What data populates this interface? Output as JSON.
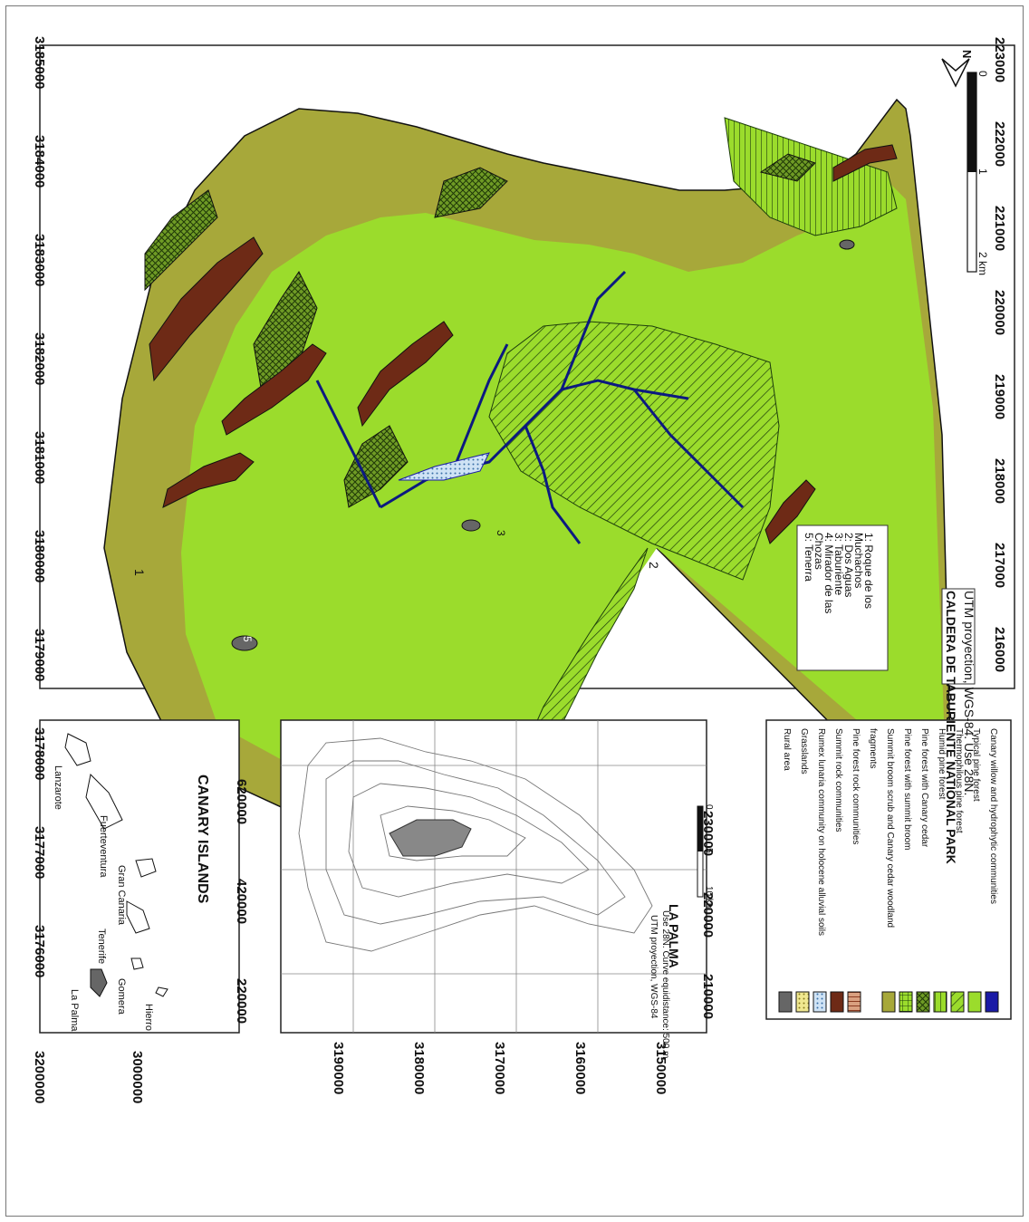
{
  "main_map": {
    "title": "CALDERA DE TABURIENTE NATIONAL PARK",
    "projection": "UTM proyection, WGS-84. Use 28N.",
    "northings": [
      "3185000",
      "3184000",
      "3183000",
      "3182000",
      "3181000",
      "3180000",
      "3179000",
      "3178000",
      "3177000",
      "3176000"
    ],
    "eastings": [
      "216000",
      "217000",
      "218000",
      "219000",
      "220000",
      "221000",
      "222000",
      "223000"
    ],
    "scale": {
      "labels": [
        "0",
        "1",
        "2 km"
      ]
    },
    "north_label": "N",
    "place_markers": [
      "1",
      "2",
      "3",
      "5"
    ],
    "places_legend": [
      "1: Roque de los",
      "Muchachos",
      "2: Dos Aguas",
      "3: Taburiente",
      "4: Mirador de las",
      "Chozas",
      "5: Tenerra"
    ]
  },
  "canary_islands": {
    "title": "CANARY ISLANDS",
    "northings": [
      "3200000",
      "3000000"
    ],
    "eastings": [
      "220000",
      "420000",
      "620000"
    ],
    "islands": [
      "La Palma",
      "Gomera",
      "Hierro",
      "Tenerife",
      "Gran Canaria",
      "Fuerteventura",
      "Lanzarote"
    ]
  },
  "la_palma": {
    "title": "LA PALMA",
    "northings": [
      "3190000",
      "3180000",
      "3170000",
      "3160000",
      "3150000"
    ],
    "eastings": [
      "210000",
      "220000",
      "230000"
    ],
    "scale": {
      "labels": [
        "0",
        "5",
        "10 km"
      ]
    },
    "note1": "UTM proyection, WGS-84",
    "note2": "Use 28N. Curve equidistance: 500 m"
  },
  "vegetation_legend": [
    {
      "label": "Canary willow and hydrophytic communities",
      "color": "#1a1aa6",
      "pattern": "solid"
    },
    {
      "label": "Typical pine forest",
      "color": "#9bdc2c",
      "pattern": "solid"
    },
    {
      "label": "Thermophilous pine forest",
      "color": "#9bdc2c",
      "pattern": "diagonal"
    },
    {
      "label": "Humid pine forest",
      "color": "#9bdc2c",
      "pattern": "vertical"
    },
    {
      "label": "Pine forest with Canary cedar",
      "color": "#5c8f1f",
      "pattern": "cross"
    },
    {
      "label": "Pine forest with summit broom",
      "color": "#9bdc2c",
      "pattern": "grid"
    },
    {
      "label": "Summit broom scrub and Canary cedar woodland",
      "color": "#a7a83a",
      "pattern": "solid"
    },
    {
      "label": "fragments",
      "color": "",
      "pattern": "none"
    },
    {
      "label": "Pine forest rock communities",
      "color": "#8a3a20",
      "pattern": "stripe"
    },
    {
      "label": "Summit rock communities",
      "color": "#6e2a16",
      "pattern": "solid"
    },
    {
      "label": "Rumex lunaria community on holocene alluvial soils",
      "color": "#bcd8f0",
      "pattern": "dots"
    },
    {
      "label": "Grasslands",
      "color": "#e9e27a",
      "pattern": "dots"
    },
    {
      "label": "Rural area",
      "color": "#666666",
      "pattern": "solid"
    }
  ],
  "colors": {
    "summit_scrub": "#a7a83a",
    "typical_pine": "#9bdc2c",
    "rock": "#6e2a16",
    "water": "#1a1aa6",
    "rural": "#666666"
  }
}
